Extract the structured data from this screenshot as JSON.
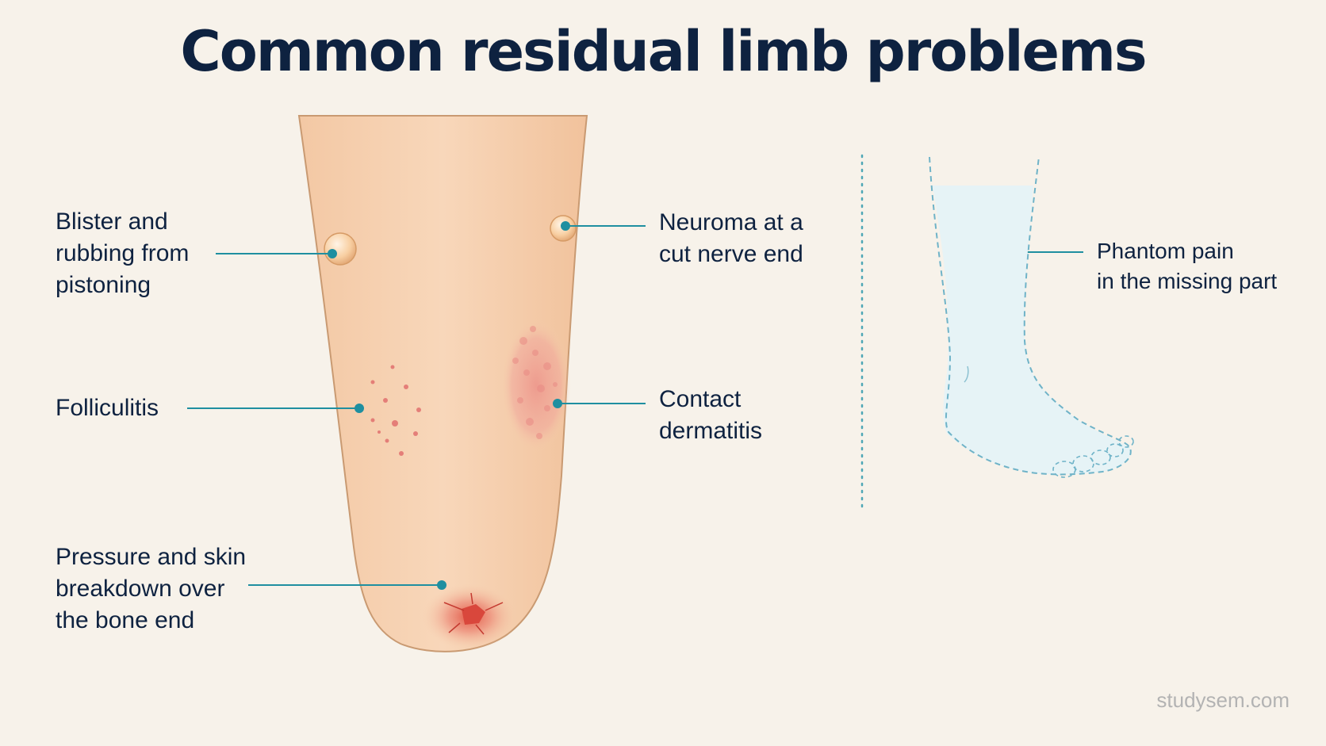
{
  "title": "Common residual limb problems",
  "labels": {
    "blister": [
      "Blister and",
      "rubbing from",
      "pistoning"
    ],
    "neuroma": [
      "Neuroma at a",
      "cut nerve end"
    ],
    "folliculitis": [
      "Folliculitis"
    ],
    "dermatitis": [
      "Contact",
      "dermatitis"
    ],
    "pressure": [
      "Pressure and skin",
      "breakdown over",
      "the bone end"
    ],
    "phantom": [
      "Phantom pain",
      "in the missing part"
    ]
  },
  "watermark": "studysem.com",
  "colors": {
    "background": "#f7f2ea",
    "title": "#0e2240",
    "skin": "#f6cfae",
    "skin_outline": "#c99a72",
    "leader": "#1f8fa0",
    "phantom_fill": "#e6f3f6",
    "phantom_outline": "#6fb3c8",
    "irritation": "#e46a6a"
  }
}
